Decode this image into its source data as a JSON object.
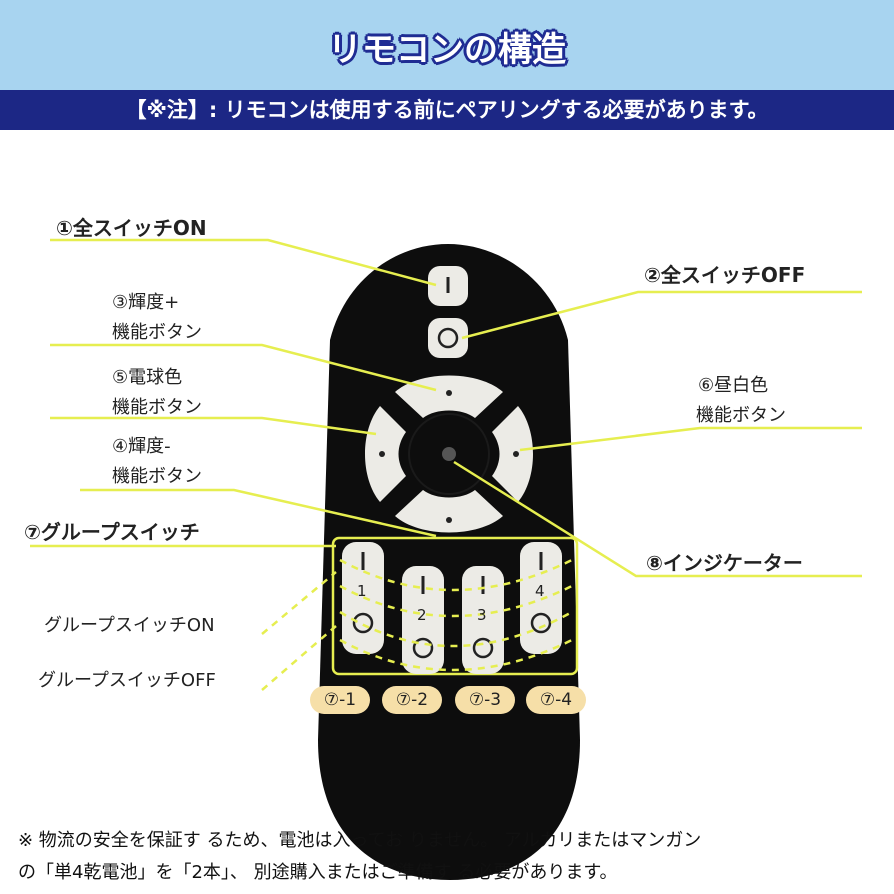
{
  "title": "リモコンの構造",
  "notice": "【※注】: リモコンは使用する前にペアリングする必要があります。",
  "labels": {
    "l1": "①全スイッチON",
    "l2": "②全スイッチOFF",
    "l3a": "③輝度+",
    "l3b": "機能ボタン",
    "l5a": "⑤電球色",
    "l5b": "機能ボタン",
    "l6a": "⑥昼白色",
    "l6b": "機能ボタン",
    "l4a": "④輝度-",
    "l4b": "機能ボタン",
    "l7": "⑦グループスイッチ",
    "l8": "⑧インジケーター",
    "group_on": "グループスイッチON",
    "group_off": "グループスイッチOFF"
  },
  "group_numbers": [
    "1",
    "2",
    "3",
    "4"
  ],
  "group_pills": [
    "⑦-1",
    "⑦-2",
    "⑦-3",
    "⑦-4"
  ],
  "footer": {
    "line1": "※ 物流の安全を保証す るため、電池は入ってお りません。 アルカリまたはマンガン",
    "line2": "の「単4乾電池」を「2本」、 別途購入またはご準備す る必要があります。"
  },
  "colors": {
    "header_bg": "#a8d4f0",
    "notice_bg": "#1c2785",
    "leader_line": "#e6ee50",
    "remote_body": "#0d0d0d",
    "button": "#ecebe6",
    "pill": "#f6dfa8"
  }
}
